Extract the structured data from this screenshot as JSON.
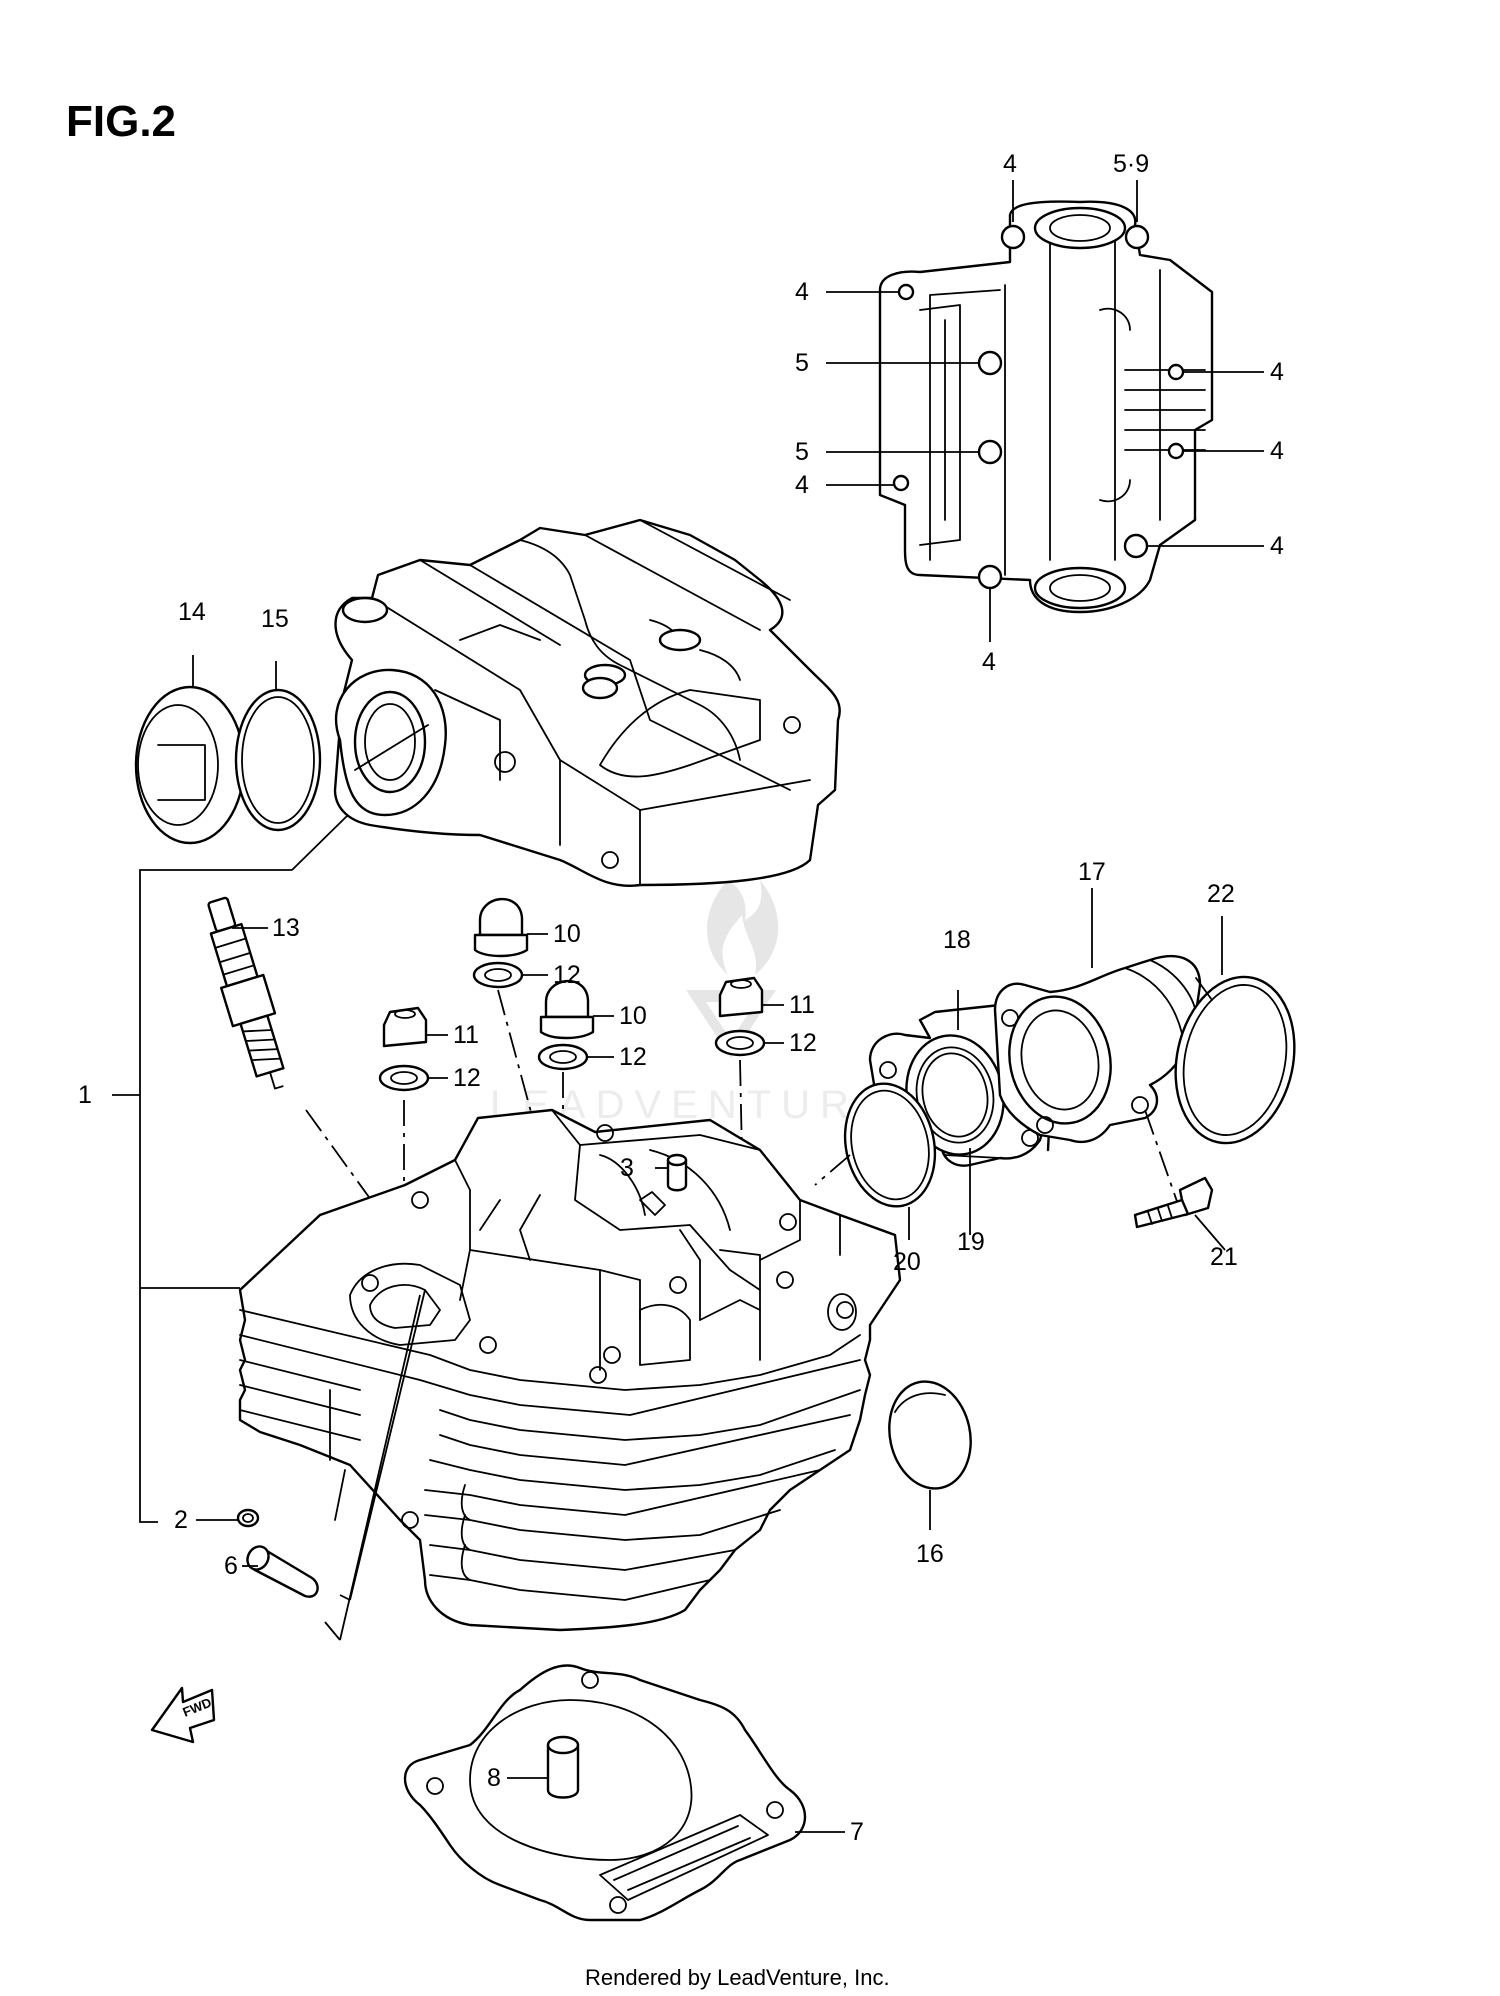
{
  "figure": {
    "title": "FIG.2",
    "footer": "Rendered by LeadVenture, Inc.",
    "watermark": "LEADVENTURE",
    "direction_marker": "FWD"
  },
  "callouts": [
    {
      "id": "c4-top",
      "text": "4"
    },
    {
      "id": "c59",
      "text": "5·9"
    },
    {
      "id": "c4-ul",
      "text": "4"
    },
    {
      "id": "c5-a",
      "text": "5"
    },
    {
      "id": "c4-r1",
      "text": "4"
    },
    {
      "id": "c5-b",
      "text": "5"
    },
    {
      "id": "c4-r2",
      "text": "4"
    },
    {
      "id": "c4-l2",
      "text": "4"
    },
    {
      "id": "c4-r3",
      "text": "4"
    },
    {
      "id": "c4-bot",
      "text": "4"
    },
    {
      "id": "c14",
      "text": "14"
    },
    {
      "id": "c15",
      "text": "15"
    },
    {
      "id": "c13",
      "text": "13"
    },
    {
      "id": "c10a",
      "text": "10"
    },
    {
      "id": "c12a",
      "text": "12"
    },
    {
      "id": "c10b",
      "text": "10"
    },
    {
      "id": "c12b",
      "text": "12"
    },
    {
      "id": "c11a",
      "text": "11"
    },
    {
      "id": "c12c",
      "text": "12"
    },
    {
      "id": "c11b",
      "text": "11"
    },
    {
      "id": "c12d",
      "text": "12"
    },
    {
      "id": "c17",
      "text": "17"
    },
    {
      "id": "c18",
      "text": "18"
    },
    {
      "id": "c22",
      "text": "22"
    },
    {
      "id": "c1",
      "text": "1"
    },
    {
      "id": "c3",
      "text": "3"
    },
    {
      "id": "c20",
      "text": "20"
    },
    {
      "id": "c19",
      "text": "19"
    },
    {
      "id": "c21",
      "text": "21"
    },
    {
      "id": "c16",
      "text": "16"
    },
    {
      "id": "c2",
      "text": "2"
    },
    {
      "id": "c6",
      "text": "6"
    },
    {
      "id": "c8",
      "text": "8"
    },
    {
      "id": "c7",
      "text": "7"
    }
  ]
}
